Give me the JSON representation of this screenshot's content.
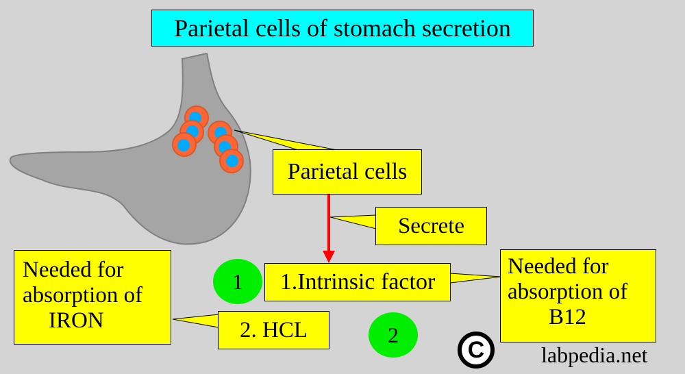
{
  "title": "Parietal cells of stomach secretion",
  "labels": {
    "parietal_cells": "Parietal cells",
    "secrete": "Secrete",
    "intrinsic_factor": "1.Intrinsic factor",
    "hcl": "2. HCL",
    "iron_box": [
      "Needed for",
      "absorption of",
      "IRON"
    ],
    "b12_box": [
      "Needed for",
      "absorption of",
      "B12"
    ]
  },
  "markers": {
    "one": "1",
    "two": "2"
  },
  "copyright_symbol": "C",
  "site": "labpedia.net",
  "colors": {
    "background": "#d4d4d4",
    "title_fill": "#00ffff",
    "callout_fill": "#ffff00",
    "marker_fill": "#00ee00",
    "arrow": "#ff0000",
    "stomach": "#a5a5a5",
    "cell_outer": "#ff6633",
    "cell_nucleus": "#00aaff"
  }
}
